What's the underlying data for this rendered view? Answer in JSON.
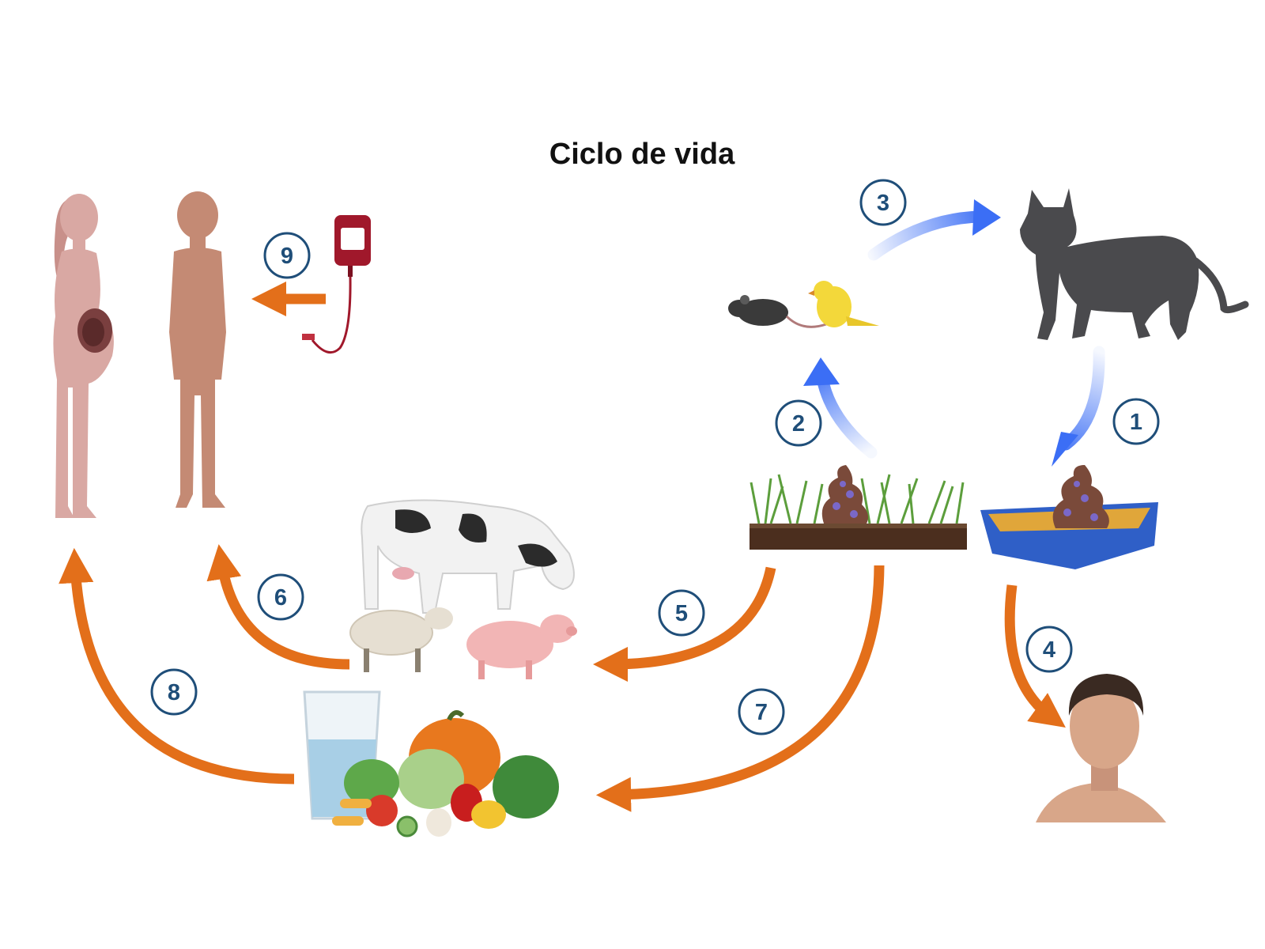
{
  "title": "Ciclo de vida",
  "colors": {
    "host_cycle_arrow": "#3b6ef5",
    "transmission_arrow": "#e36f1a",
    "badge_ring": "#1f4e79",
    "badge_text": "#1f4e79"
  },
  "steps": [
    {
      "number": "1",
      "kind": "host"
    },
    {
      "number": "2",
      "kind": "host"
    },
    {
      "number": "3",
      "kind": "host"
    },
    {
      "number": "4",
      "kind": "transmission"
    },
    {
      "number": "5",
      "kind": "transmission"
    },
    {
      "number": "6",
      "kind": "transmission"
    },
    {
      "number": "7",
      "kind": "transmission"
    },
    {
      "number": "8",
      "kind": "transmission"
    },
    {
      "number": "9",
      "kind": "transmission"
    }
  ],
  "icons": [
    "pregnant-woman-icon",
    "standing-man-icon",
    "blood-bag-icon",
    "mouse-icon",
    "canary-icon",
    "cat-icon",
    "soil-with-feces-icon",
    "litter-box-icon",
    "cow-icon",
    "sheep-icon",
    "pig-icon",
    "water-glass-icon",
    "vegetables-icon",
    "human-head-icon"
  ]
}
